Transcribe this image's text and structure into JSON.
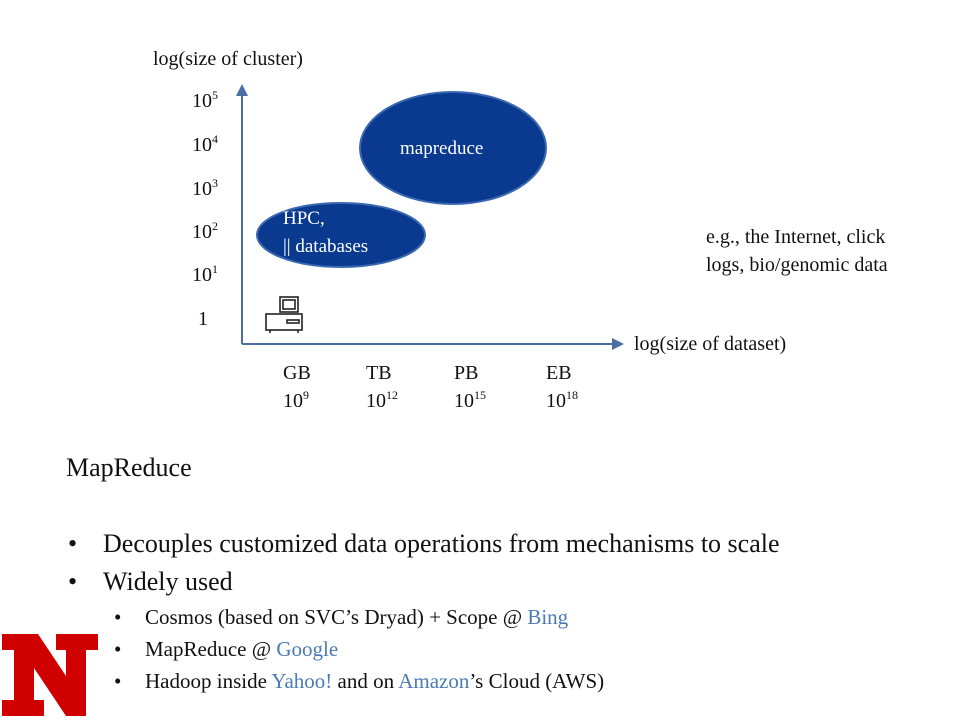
{
  "diagram": {
    "y_axis_label": "log(size of cluster)",
    "x_axis_label": "log(size of dataset)",
    "y_ticks": [
      {
        "base": "10",
        "exp": "5"
      },
      {
        "base": "10",
        "exp": "4"
      },
      {
        "base": "10",
        "exp": "3"
      },
      {
        "base": "10",
        "exp": "2"
      },
      {
        "base": "10",
        "exp": "1"
      },
      {
        "base": "1",
        "exp": ""
      }
    ],
    "x_ticks": [
      {
        "unit": "GB",
        "base": "10",
        "exp": "9"
      },
      {
        "unit": "TB",
        "base": "10",
        "exp": "12"
      },
      {
        "unit": "PB",
        "base": "10",
        "exp": "15"
      },
      {
        "unit": "EB",
        "base": "10",
        "exp": "18"
      }
    ],
    "mapreduce_label": "mapreduce",
    "hpc_line1": "HPC,",
    "hpc_line2": "|| databases",
    "example_note": "e.g., the Internet, click logs, bio/genomic data",
    "ellipse_color": "#0a3a8f",
    "computer_icon": "desktop-computer-icon"
  },
  "content": {
    "title": "MapReduce",
    "bullet1": "Decouples customized data operations from mechanisms to scale",
    "bullet2": "Widely used",
    "sub1_prefix": "Cosmos (based on SVC’s Dryad) + Scope @ ",
    "sub1_link": "Bing",
    "sub2_prefix": "MapReduce @ ",
    "sub2_link": "Google",
    "sub3_a": "Hadoop inside ",
    "sub3_link1": "Yahoo!",
    "sub3_b": " and on ",
    "sub3_link2": "Amazon",
    "sub3_c": "’s Cloud (AWS)",
    "link_color": "#4a7ab5"
  },
  "logo": {
    "name": "nebraska-n-logo",
    "color": "#d00000"
  }
}
